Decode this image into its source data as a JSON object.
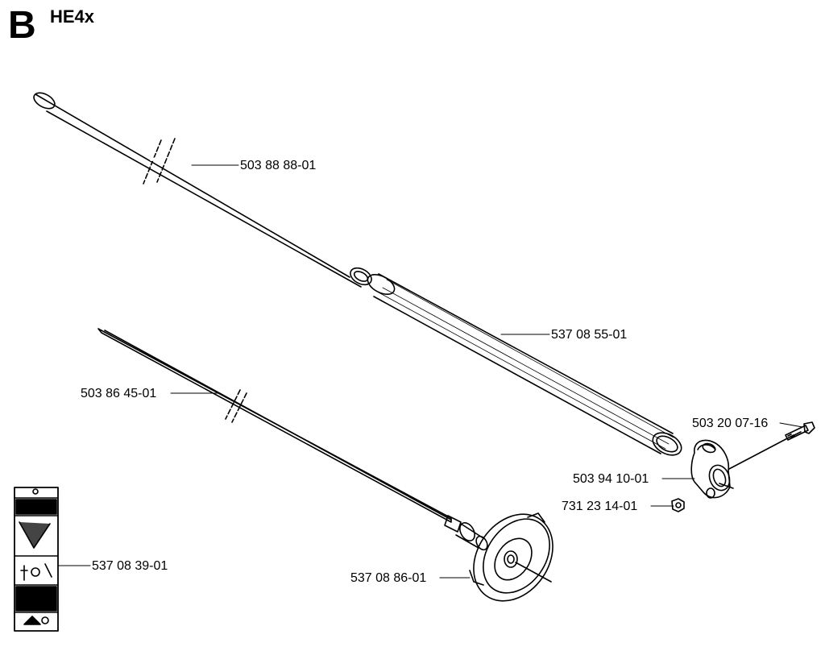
{
  "header": {
    "section_letter": "B",
    "model": "HE4x"
  },
  "parts": [
    {
      "id": "shaft-tube",
      "number": "503 88 88-01"
    },
    {
      "id": "grip-tube",
      "number": "537 08 55-01"
    },
    {
      "id": "drive-shaft",
      "number": "503 86 45-01"
    },
    {
      "id": "screw",
      "number": "503 20 07-16"
    },
    {
      "id": "clamp",
      "number": "503 94 10-01"
    },
    {
      "id": "nut",
      "number": "731 23 14-01"
    },
    {
      "id": "decal",
      "number": "537 08 39-01"
    },
    {
      "id": "guard-plate",
      "number": "537 08 86-01"
    }
  ]
}
